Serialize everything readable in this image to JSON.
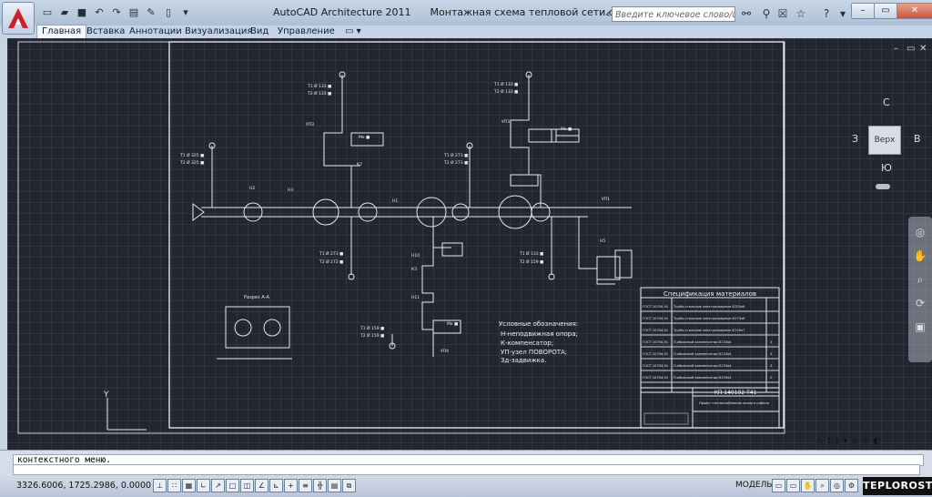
{
  "window": {
    "app_title": "AutoCAD Architecture 2011",
    "doc_title": "Монтажная схема тепловой сети.dwg",
    "search_placeholder": "Введите ключевое слово/фразу"
  },
  "ribbon_tabs": [
    "Главная",
    "Вставка",
    "Аннотации",
    "Визуализация",
    "Вид",
    "Управление"
  ],
  "viewcube": {
    "north": "С",
    "south": "Ю",
    "west": "З",
    "east": "В",
    "top_face": "Верх"
  },
  "drawing": {
    "section_title": "Разрез А-А",
    "legend_title": "Условные обозначения:",
    "legend_lines": [
      "Н-неподвижная опора;",
      "К-компенсатор;",
      "УП-узел ПОВОРОТА;",
      "Зд-задвижка."
    ],
    "spec_title": "Спецификация материалов",
    "spec_rows": [
      {
        "code": "ГОСТ 10704-91",
        "name": "Трубы стальные электросварные Ø325х8",
        "qty": ""
      },
      {
        "code": "ГОСТ 10704-91",
        "name": "Трубы стальные электросварные Ø273х8",
        "qty": ""
      },
      {
        "code": "ГОСТ 10704-91",
        "name": "Трубы стальные электросварные Ø159х7",
        "qty": ""
      },
      {
        "code": "ГОСТ 10704-91",
        "name": "П-образный компенсатор Ø133х4",
        "qty": "3"
      },
      {
        "code": "ГОСТ 10704-91",
        "name": "П-образный компенсатор Ø133х4",
        "qty": "3"
      },
      {
        "code": "ГОСТ 10704-91",
        "name": "П-образный компенсатор Ø133х4",
        "qty": "3"
      },
      {
        "code": "ГОСТ 10704-91",
        "name": "П-образный компенсатор Ø159х4",
        "qty": "2"
      }
    ],
    "stamp_code": "КП 140102 Т41",
    "stamp_title": "Проект теплоснабжения жилого района"
  },
  "annotation_scale": "1:1",
  "command_line": {
    "history": "контекстного меню."
  },
  "status": {
    "coordinates": "3326.6006, 1725.2986, 0.0000",
    "model_label": "МОДЕЛЬ"
  },
  "watermark": "TEPLOROST"
}
